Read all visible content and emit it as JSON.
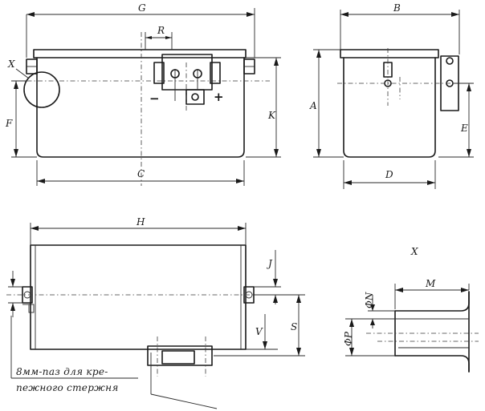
{
  "front_view": {
    "dim_G": "G",
    "dim_R": "R",
    "dim_C": "C",
    "dim_F": "F",
    "dim_K": "K",
    "detail_callout": "X",
    "terminal_minus": "−",
    "terminal_plus": "+"
  },
  "side_view": {
    "dim_B": "B",
    "dim_A": "A",
    "dim_D": "D",
    "dim_E": "E"
  },
  "top_view": {
    "dim_H": "H",
    "dim_J": "J",
    "dim_S": "S",
    "dim_V": "V",
    "note_line1": "8мм-паз для кре-",
    "note_line2": "пежного стержня"
  },
  "detail_view": {
    "title": "X",
    "dim_M": "M",
    "dim_N": "ΦN",
    "dim_P": "ΦP"
  }
}
